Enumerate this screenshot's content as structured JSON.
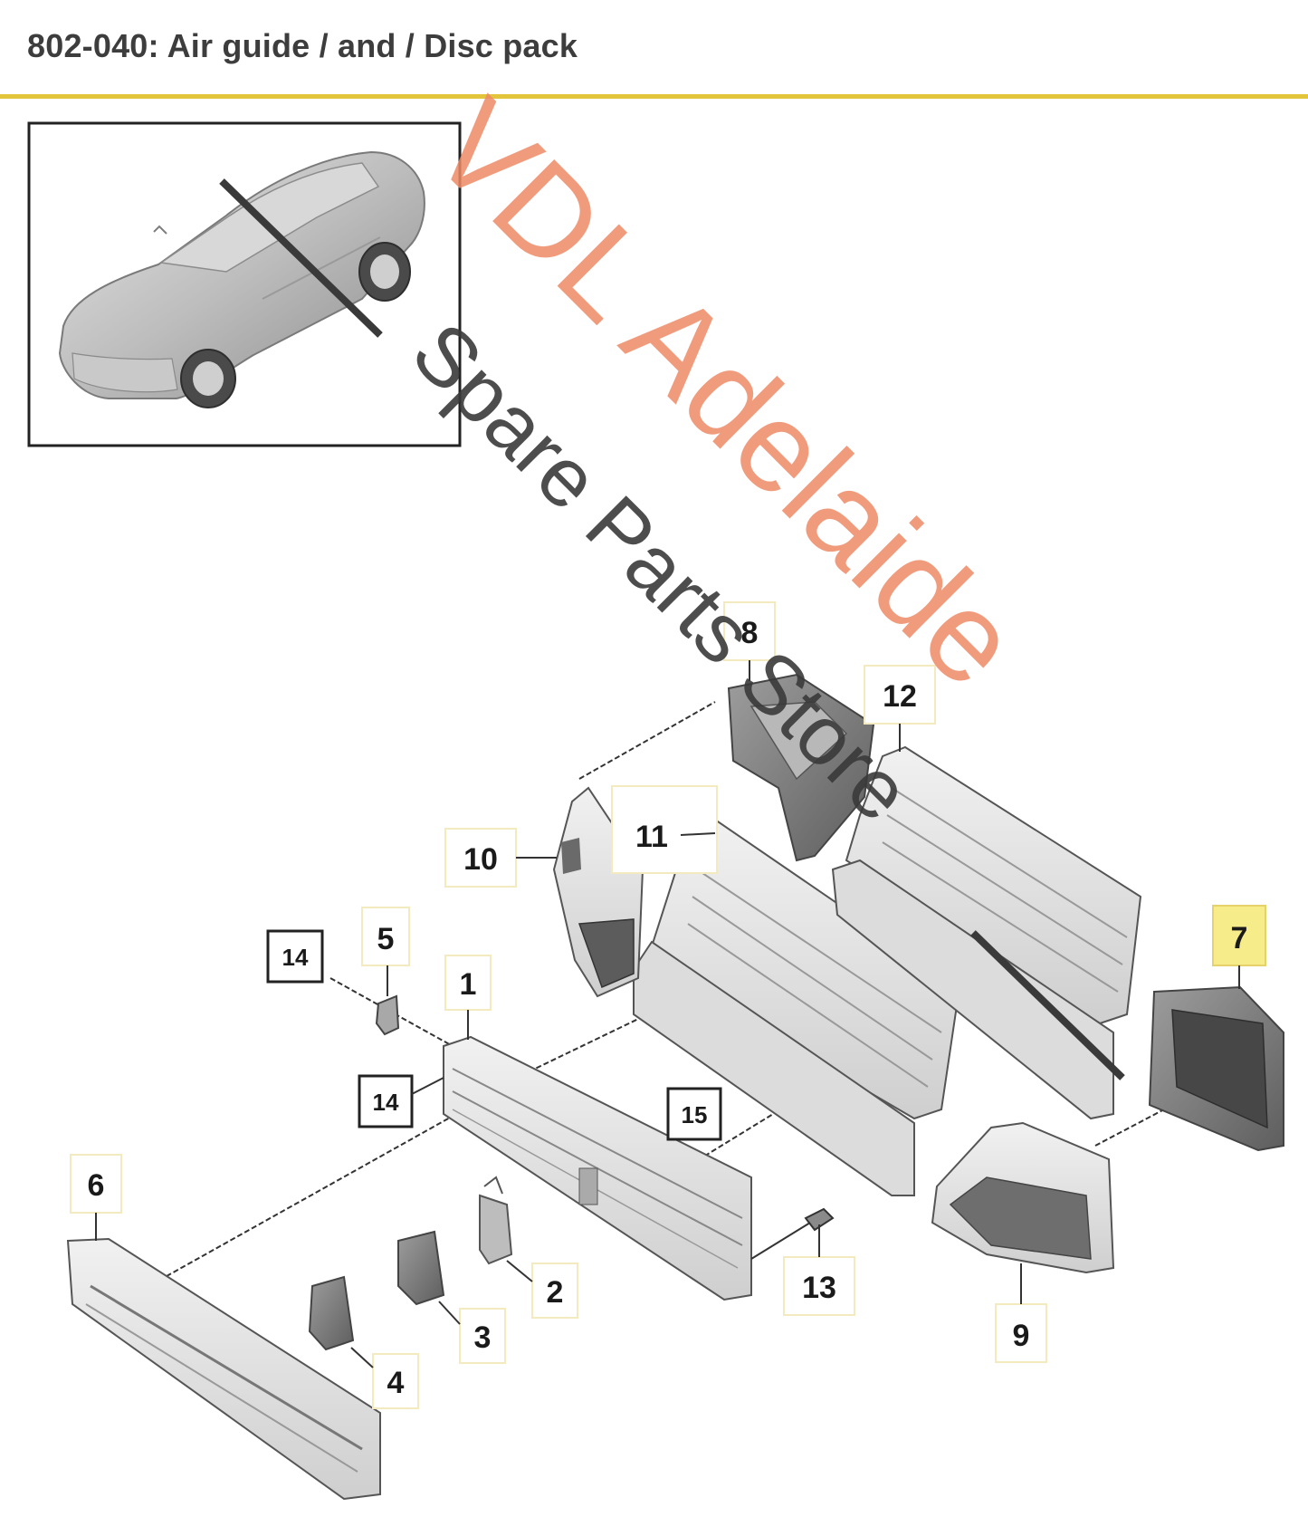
{
  "header": {
    "title": "802-040: Air guide / and / Disc pack",
    "rule_color": "#e3c53c"
  },
  "watermark": {
    "line1": "VDL Adelaide",
    "line2": "Spare Parts Store",
    "line1_color": "#ef8a66",
    "line2_color": "#3a3a3a"
  },
  "callouts": [
    {
      "id": "1",
      "label": "1",
      "boxed": false,
      "highlight": false
    },
    {
      "id": "2",
      "label": "2",
      "boxed": false,
      "highlight": false
    },
    {
      "id": "3",
      "label": "3",
      "boxed": false,
      "highlight": false
    },
    {
      "id": "4",
      "label": "4",
      "boxed": false,
      "highlight": false
    },
    {
      "id": "5",
      "label": "5",
      "boxed": false,
      "highlight": false
    },
    {
      "id": "6",
      "label": "6",
      "boxed": false,
      "highlight": false
    },
    {
      "id": "7",
      "label": "7",
      "boxed": false,
      "highlight": true
    },
    {
      "id": "8",
      "label": "8",
      "boxed": false,
      "highlight": false
    },
    {
      "id": "9",
      "label": "9",
      "boxed": false,
      "highlight": false
    },
    {
      "id": "10",
      "label": "10",
      "boxed": false,
      "highlight": false
    },
    {
      "id": "11",
      "label": "11",
      "boxed": false,
      "highlight": false
    },
    {
      "id": "12",
      "label": "12",
      "boxed": false,
      "highlight": false
    },
    {
      "id": "13",
      "label": "13",
      "boxed": false,
      "highlight": false
    },
    {
      "id": "14a",
      "label": "14",
      "boxed": true,
      "highlight": false
    },
    {
      "id": "14b",
      "label": "14",
      "boxed": true,
      "highlight": false
    },
    {
      "id": "15",
      "label": "15",
      "boxed": true,
      "highlight": false
    }
  ],
  "highlight_color": "#f7ec8a"
}
